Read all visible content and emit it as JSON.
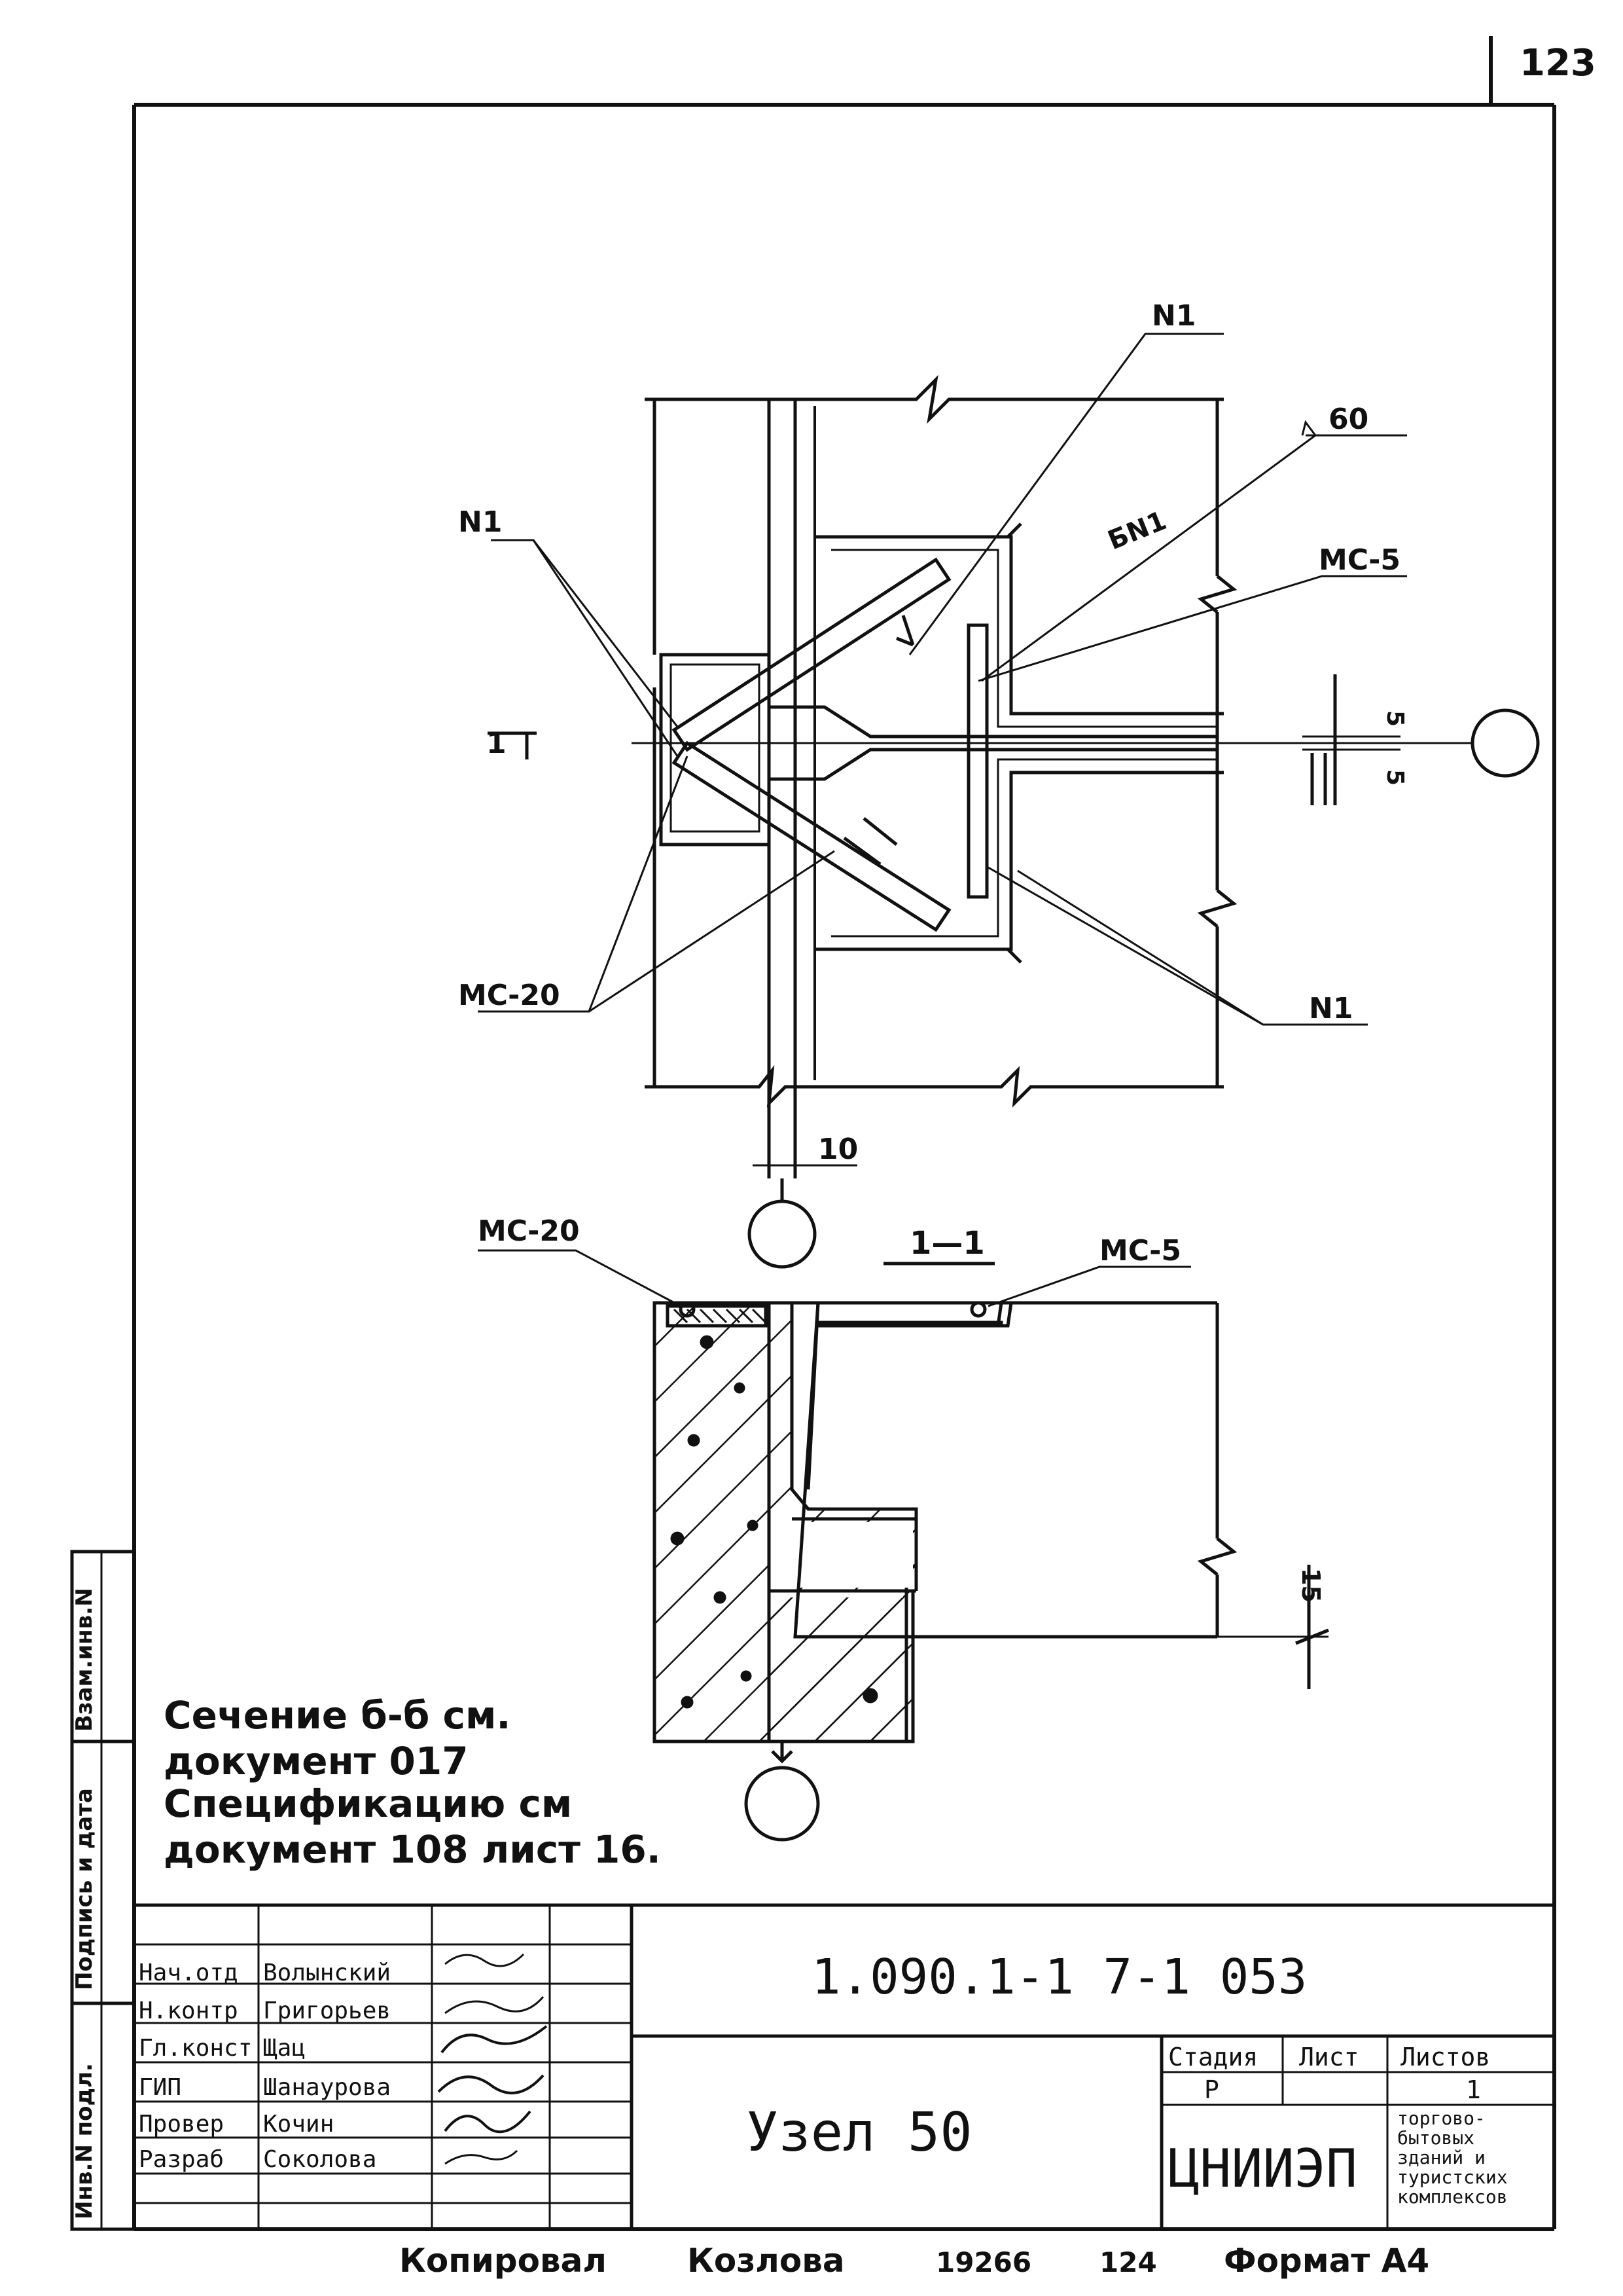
{
  "page_number": "123",
  "callouts": {
    "n1_top": "N1",
    "n1_left": "N1",
    "n1_right": "N1",
    "dim_60": "60",
    "bn1": "БN1",
    "mc5_top": "МС-5",
    "mc20_left": "МС-20",
    "section_marker": "1",
    "dim_5a": "5",
    "dim_5b": "5",
    "dim_10": "10",
    "mc20_section": "МС-20",
    "mc5_section": "МС-5",
    "section_title": "1—1",
    "dim_15": "15"
  },
  "notes": [
    "Сечение б-б см.",
    "документ 017",
    "Спецификацию см",
    "документ 108 лист 16."
  ],
  "side_labels": {
    "vzam_inv": "Взам.инв.N",
    "podpis_data": "Подпись и дата",
    "inv_podl": "Инв.N подл."
  },
  "title_block": {
    "code": "1.090.1-1 7-1 053",
    "name": "Узел 50",
    "stage_header": "Стадия",
    "sheet_header": "Лист",
    "sheets_header": "Листов",
    "stage": "Р",
    "sheets": "1",
    "org": "ЦНИИЭП",
    "org_sub": [
      "торгово-",
      "бытовых",
      "зданий и",
      "туристских",
      "комплексов"
    ],
    "roles": [
      {
        "role": "Нач.отд",
        "name": "Волынский"
      },
      {
        "role": "Н.контр",
        "name": "Григорьев"
      },
      {
        "role": "Гл.конст",
        "name": "Щац"
      },
      {
        "role": "ГИП",
        "name": "Шанаурова"
      },
      {
        "role": "Провер",
        "name": "Кочин"
      },
      {
        "role": "Разраб",
        "name": "Соколова"
      }
    ]
  },
  "footer": {
    "copied": "Копировал",
    "copier": "Козлова",
    "num1": "19266",
    "num2": "124",
    "format": "Формат А4"
  }
}
